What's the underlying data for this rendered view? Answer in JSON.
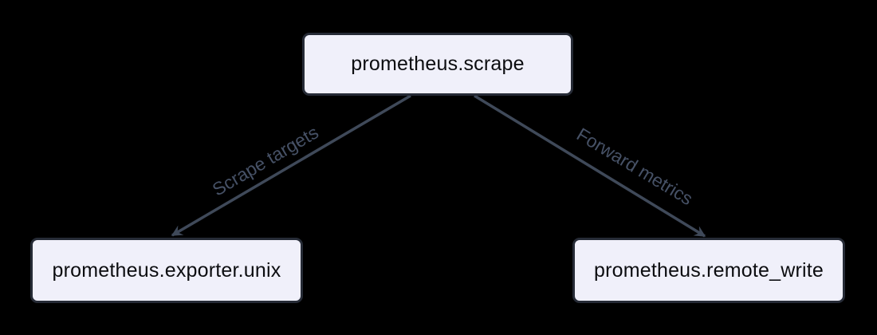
{
  "diagram": {
    "type": "flowchart",
    "nodes": [
      {
        "id": "scrape",
        "label": "prometheus.scrape"
      },
      {
        "id": "exporter_unix",
        "label": "prometheus.exporter.unix"
      },
      {
        "id": "remote_write",
        "label": "prometheus.remote_write"
      }
    ],
    "edges": [
      {
        "from": "prometheus.scrape",
        "to": "prometheus.exporter.unix",
        "label": "Scrape targets"
      },
      {
        "from": "prometheus.scrape",
        "to": "prometheus.remote_write",
        "label": "Forward metrics"
      }
    ],
    "colors": {
      "background": "#000000",
      "node_fill": "#f0f0fa",
      "node_border": "#262b36",
      "node_text": "#0c0d10",
      "edge_line": "#3f4959",
      "edge_label": "#465166"
    }
  }
}
